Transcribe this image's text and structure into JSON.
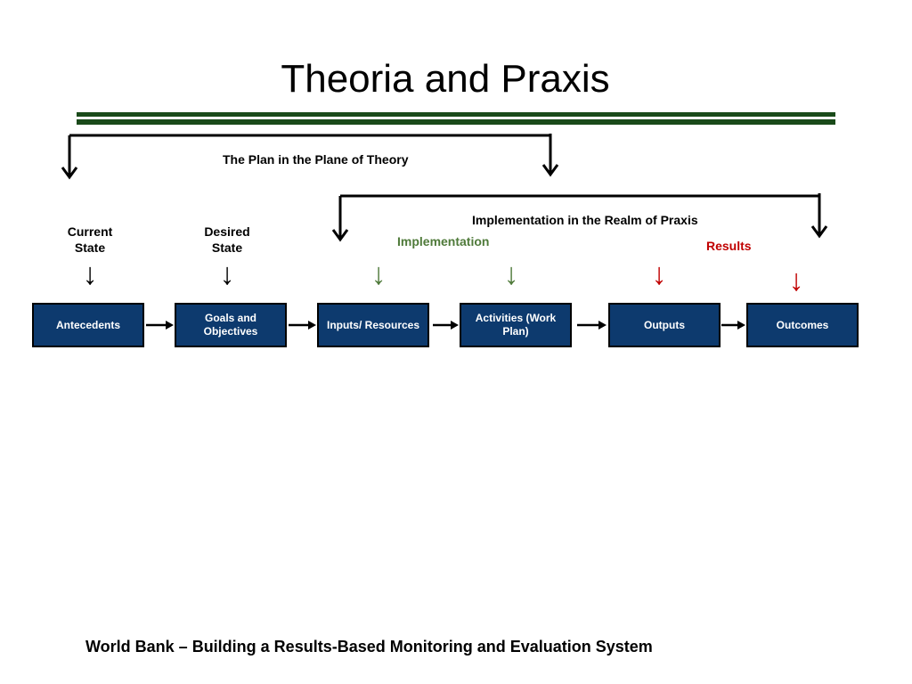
{
  "title": "Theoria and Praxis",
  "brackets": {
    "plan_label": "The Plan in the Plane of Theory",
    "praxis_label": "Implementation in the Realm of Praxis"
  },
  "state_labels": {
    "current": "Current State",
    "desired": "Desired State"
  },
  "phase_labels": {
    "implementation": "Implementation",
    "results": "Results"
  },
  "colors": {
    "box_fill": "#0d3a6e",
    "implementation": "#4f7a3a",
    "results": "#c00000",
    "rule": "#1a4a1a"
  },
  "boxes": [
    "Antecedents",
    "Goals and Objectives",
    "Inputs/ Resources",
    "Activities (Work Plan)",
    "Outputs",
    "Outcomes"
  ],
  "footer": "World Bank – Building a Results-Based Monitoring and Evaluation System"
}
